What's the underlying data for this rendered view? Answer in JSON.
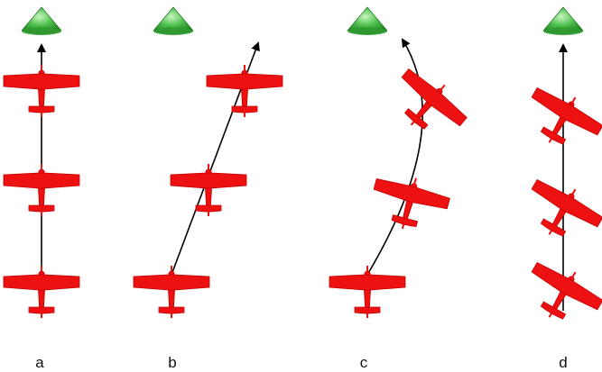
{
  "colors": {
    "plane": "#ee1111",
    "plane_edge": "#b80000",
    "cone": "#3fae3f",
    "cone_light": "#a8e6a0",
    "cone_dark": "#1d7a1d",
    "path": "#000000"
  },
  "panels": [
    {
      "id": "a",
      "label": "a",
      "path": "straight"
    },
    {
      "id": "b",
      "label": "b",
      "path": "diagonal"
    },
    {
      "id": "c",
      "label": "c",
      "path": "curved"
    },
    {
      "id": "d",
      "label": "d",
      "path": "straight-crabbed"
    }
  ]
}
